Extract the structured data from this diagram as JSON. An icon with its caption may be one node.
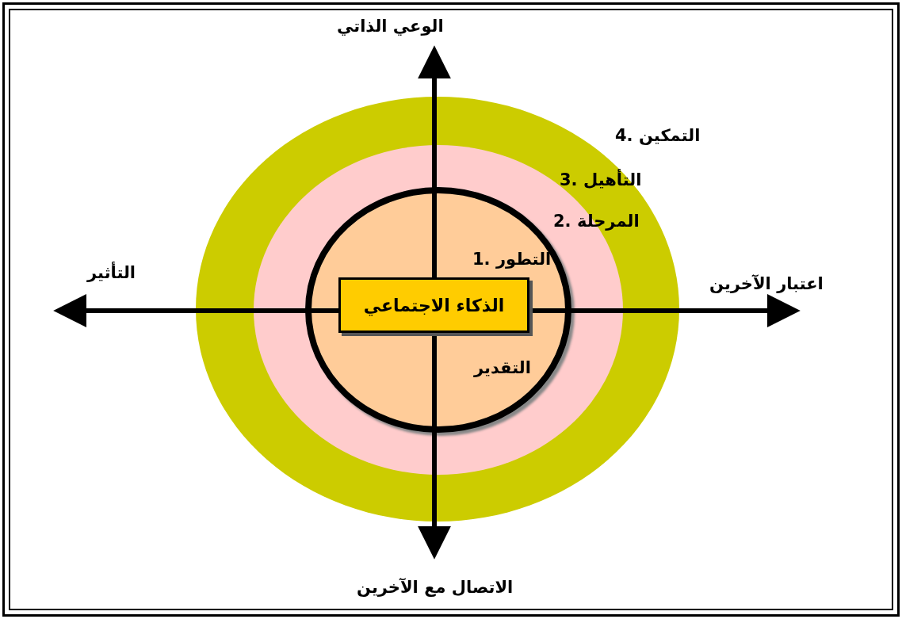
{
  "diagram": {
    "nodes": [
      {
        "text": [],
        "shape": "circle"
      },
      {
        "text": [],
        "shape": "circle",
        "in": 0
      },
      {
        "text": [
          "التقدير"
        ],
        "in": 1
      },
      {
        "text": [
          "الذكاء الاجتماعي"
        ],
        "in": 2
      }
    ],
    "labels": [
      "الوعي الذاتي",
      "4. التمكين",
      "3. التأهيل",
      "2. المرحلة",
      "1. التطور",
      "التأثير",
      "اعتبار الآخرين",
      "الاتصال مع الآخرين"
    ]
  }
}
